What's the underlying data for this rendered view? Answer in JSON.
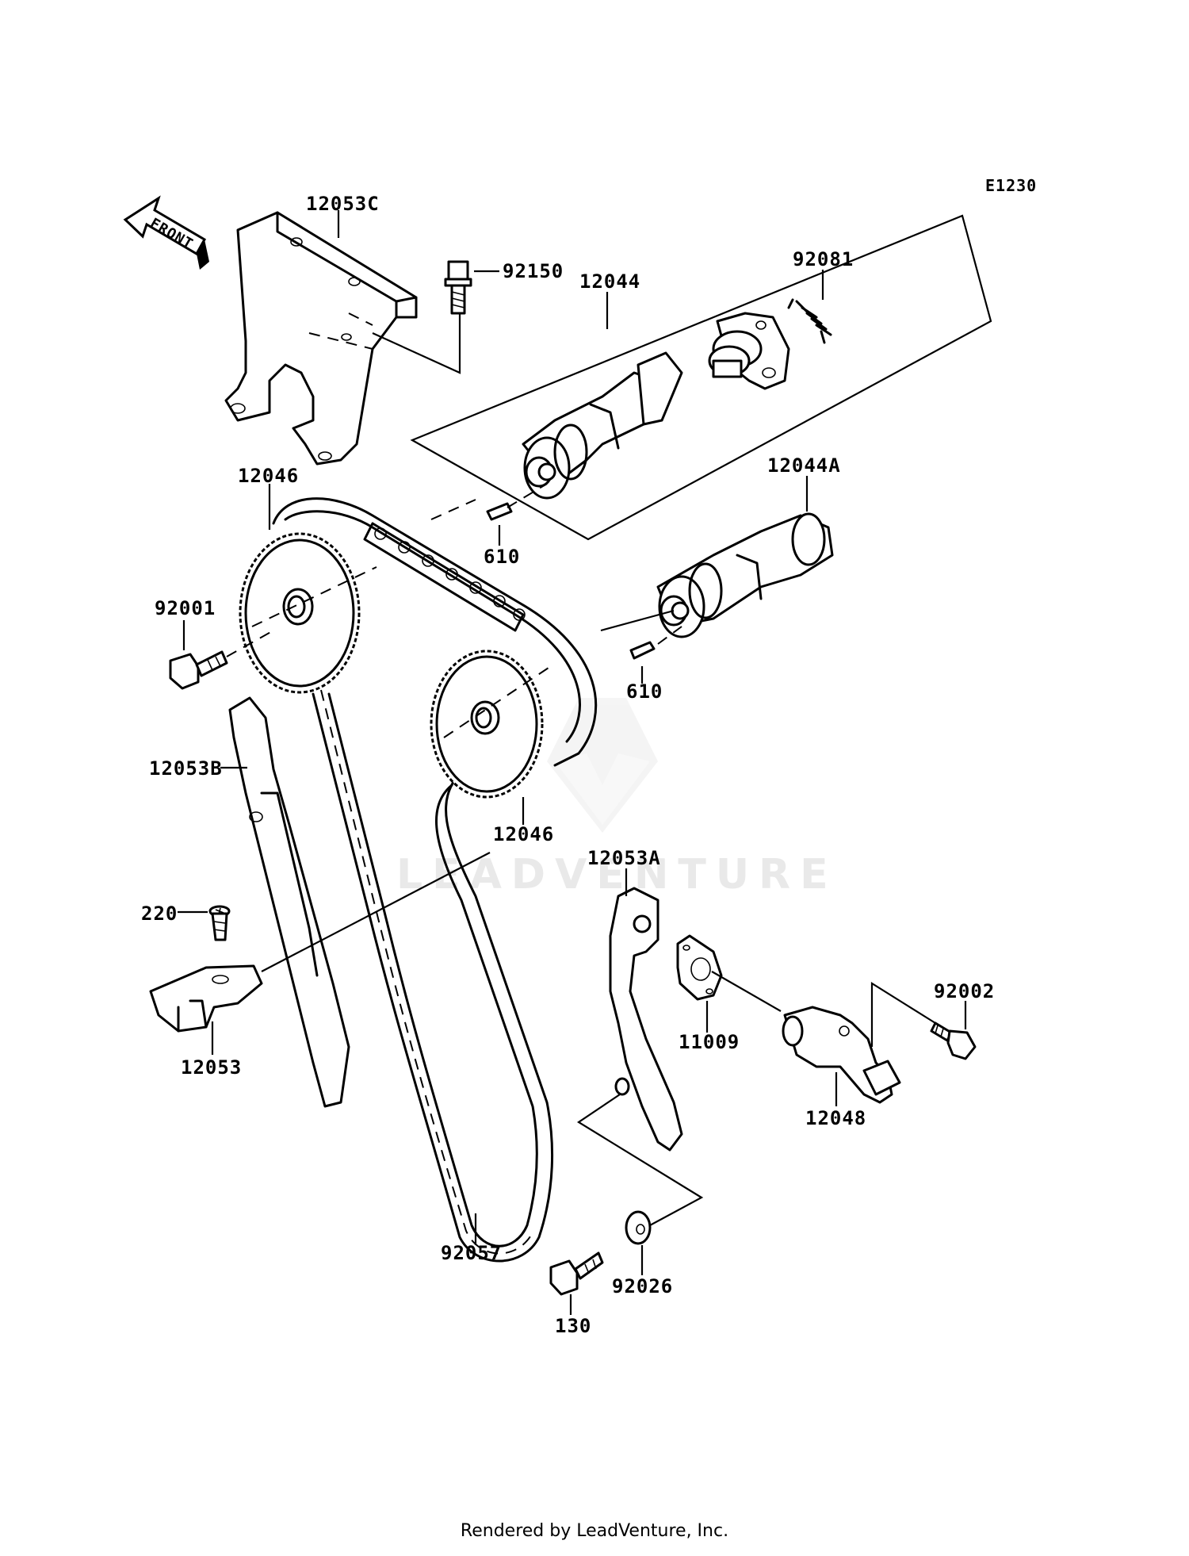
{
  "diagram_code": "E1230",
  "front_label": "FRONT",
  "watermark": "LEADVENTURE",
  "footer": "Rendered by LeadVenture, Inc.",
  "parts": {
    "p12053C": "12053C",
    "p92150": "92150",
    "p12044": "12044",
    "p92081": "92081",
    "p12046_top": "12046",
    "p610_top": "610",
    "p12044A": "12044A",
    "p92001": "92001",
    "p610_mid": "610",
    "p12053B": "12053B",
    "p12046_mid": "12046",
    "p12053A": "12053A",
    "p220": "220",
    "p92002": "92002",
    "p11009": "11009",
    "p12053": "12053",
    "p12048": "12048",
    "p92057": "92057",
    "p92026": "92026",
    "p130": "130"
  }
}
